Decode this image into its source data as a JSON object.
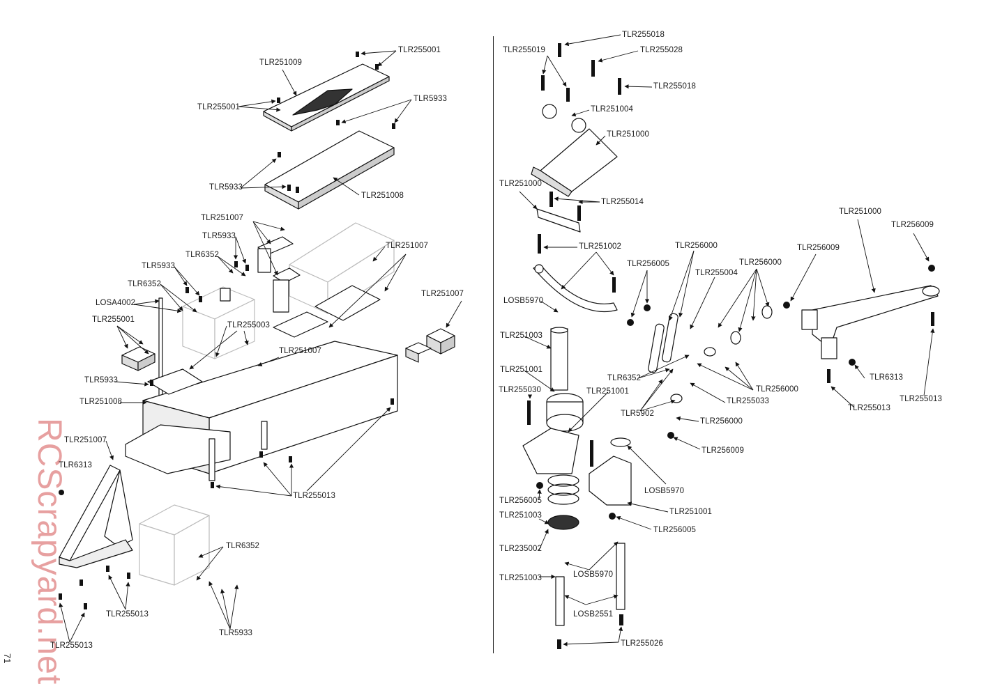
{
  "page_number": "71",
  "watermark": "RCScrapyard.net",
  "labels": {
    "l_tlr255001_top": "TLR255001",
    "l_tlr251009": "TLR251009",
    "l_tlr255001_mid": "TLR255001",
    "l_tlr5933_a": "TLR5933",
    "l_tlr5933_b": "TLR5933",
    "l_tlr251008_a": "TLR251008",
    "l_tlr251007_a": "TLR251007",
    "l_tlr5933_c": "TLR5933",
    "l_tlr6352_a": "TLR6352",
    "l_tlr251007_b": "TLR251007",
    "l_tlr5933_d": "TLR5933",
    "l_tlr6352_b": "TLR6352",
    "l_losa4002": "LOSA4002",
    "l_tlr251007_c": "TLR251007",
    "l_tlr255001_c": "TLR255001",
    "l_tlr255003": "TLR255003",
    "l_tlr251007_d": "TLR251007",
    "l_tlr5933_e": "TLR5933",
    "l_tlr251008_b": "TLR251008",
    "l_tlr251007_e": "TLR251007",
    "l_tlr6313_a": "TLR6313",
    "l_tlr255013_a": "TLR255013",
    "l_tlr6352_c": "TLR6352",
    "l_tlr255013_b": "TLR255013",
    "l_tlr5933_f": "TLR5933",
    "l_tlr255013_c": "TLR255013",
    "r_tlr255018_a": "TLR255018",
    "r_tlr255019": "TLR255019",
    "r_tlr255028": "TLR255028",
    "r_tlr255018_b": "TLR255018",
    "r_tlr251004": "TLR251004",
    "r_tlr251000_a": "TLR251000",
    "r_tlr251000_b": "TLR251000",
    "r_tlr255014": "TLR255014",
    "r_tlr251000_c": "TLR251000",
    "r_tlr256009_a": "TLR256009",
    "r_tlr251002": "TLR251002",
    "r_tlr256000_a": "TLR256000",
    "r_tlr256005_a": "TLR256005",
    "r_tlr256009_b": "TLR256009",
    "r_tlr256000_b": "TLR256000",
    "r_tlr255004": "TLR255004",
    "r_losb5970_a": "LOSB5970",
    "r_tlr251003_a": "TLR251003",
    "r_tlr251001_a": "TLR251001",
    "r_tlr6352": "TLR6352",
    "r_tlr6313": "TLR6313",
    "r_tlr255030": "TLR255030",
    "r_tlr251001_b": "TLR251001",
    "r_tlr256000_c": "TLR256000",
    "r_tlr255033": "TLR255033",
    "r_tlr255013_a": "TLR255013",
    "r_tlr255013_b": "TLR255013",
    "r_tlr5902": "TLR5902",
    "r_tlr256000_d": "TLR256000",
    "r_tlr256009_c": "TLR256009",
    "r_losb5970_b": "LOSB5970",
    "r_tlr256005_b": "TLR256005",
    "r_tlr251003_b": "TLR251003",
    "r_tlr251001_c": "TLR251001",
    "r_tlr256005_c": "TLR256005",
    "r_tlr235002": "TLR235002",
    "r_losb5970_c": "LOSB5970",
    "r_tlr251003_c": "TLR251003",
    "r_losb2551": "LOSB2551",
    "r_tlr255026": "TLR255026"
  }
}
